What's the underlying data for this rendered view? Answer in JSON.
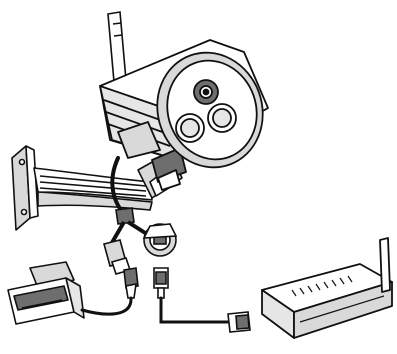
{
  "diagram": {
    "parts": [
      {
        "id": "wifi-antenna"
      },
      {
        "id": "camera-housing"
      },
      {
        "id": "camera-lens"
      },
      {
        "id": "ir-leds"
      },
      {
        "id": "wall-mount-bracket"
      },
      {
        "id": "camera-cable"
      },
      {
        "id": "power-jack"
      },
      {
        "id": "ethernet-jack"
      },
      {
        "id": "power-adapter"
      },
      {
        "id": "dc-power-plug"
      },
      {
        "id": "rj45-plug"
      },
      {
        "id": "ethernet-cable"
      },
      {
        "id": "wifi-router"
      }
    ],
    "colors": {
      "line": "#111111",
      "fill": "#ffffff",
      "shade": "#d9d9d9",
      "dark": "#6e6e6e"
    }
  }
}
